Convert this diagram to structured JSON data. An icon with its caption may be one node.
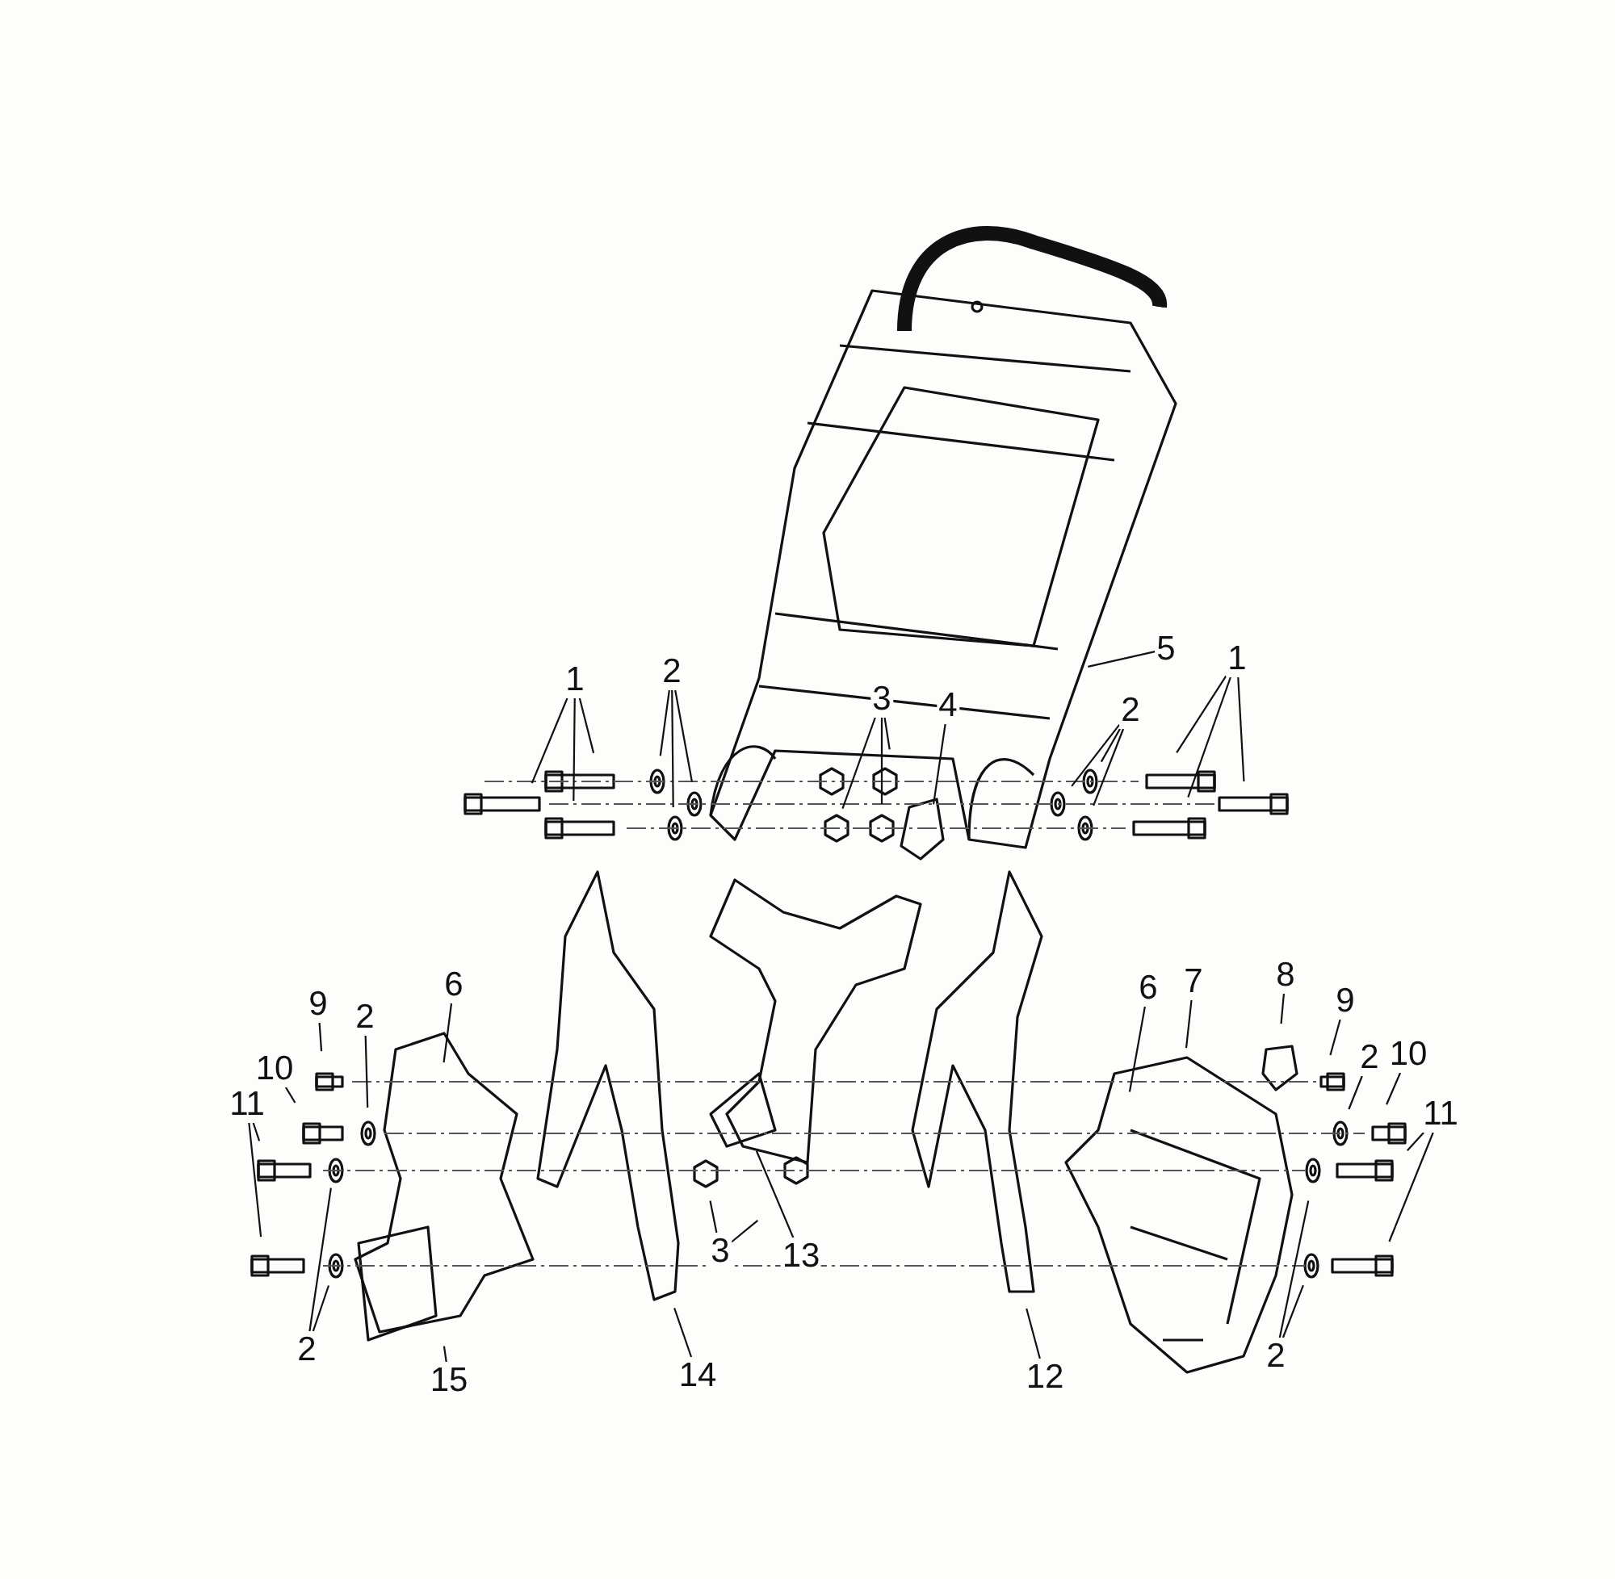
{
  "diagram": {
    "nodes": [
      {
        "text": [
          "1"
        ]
      },
      {
        "text": [
          "2"
        ]
      },
      {
        "text": [
          "3"
        ]
      },
      {
        "text": [
          "4"
        ]
      },
      {
        "text": [
          "5"
        ]
      },
      {
        "text": [
          "2"
        ]
      },
      {
        "text": [
          "1"
        ]
      },
      {
        "text": [
          "9"
        ]
      },
      {
        "text": [
          "2"
        ]
      },
      {
        "text": [
          "6"
        ]
      },
      {
        "text": [
          "10"
        ]
      },
      {
        "text": [
          "11"
        ]
      },
      {
        "text": [
          "2"
        ]
      },
      {
        "text": [
          "15"
        ]
      },
      {
        "text": [
          "14"
        ]
      },
      {
        "text": [
          "3"
        ]
      },
      {
        "text": [
          "13"
        ]
      },
      {
        "text": [
          "12"
        ]
      },
      {
        "text": [
          "6"
        ]
      },
      {
        "text": [
          "7"
        ]
      },
      {
        "text": [
          "8"
        ]
      },
      {
        "text": [
          "9"
        ]
      },
      {
        "text": [
          "2"
        ]
      },
      {
        "text": [
          "10"
        ]
      },
      {
        "text": [
          "11"
        ]
      },
      {
        "text": [
          "2"
        ]
      }
    ],
    "edges": [
      {
        "from": 0,
        "to": null,
        "arrow": "none"
      },
      {
        "from": 0,
        "to": null,
        "arrow": "none"
      },
      {
        "from": 0,
        "to": null,
        "arrow": "none"
      },
      {
        "from": 1,
        "to": null,
        "arrow": "none"
      },
      {
        "from": 1,
        "to": null,
        "arrow": "none"
      },
      {
        "from": 1,
        "to": null,
        "arrow": "none"
      },
      {
        "from": 2,
        "to": null,
        "arrow": "none"
      },
      {
        "from": 2,
        "to": null,
        "arrow": "none"
      },
      {
        "from": 2,
        "to": null,
        "arrow": "none"
      },
      {
        "from": 3,
        "to": null,
        "arrow": "none"
      },
      {
        "from": 4,
        "to": null,
        "arrow": "none"
      },
      {
        "from": 5,
        "to": null,
        "arrow": "none"
      },
      {
        "from": 5,
        "to": null,
        "arrow": "none"
      },
      {
        "from": 5,
        "to": null,
        "arrow": "none"
      },
      {
        "from": 6,
        "to": null,
        "arrow": "none"
      },
      {
        "from": 6,
        "to": null,
        "arrow": "none"
      },
      {
        "from": 6,
        "to": null,
        "arrow": "none"
      },
      {
        "from": 7,
        "to": null,
        "arrow": "none"
      },
      {
        "from": 8,
        "to": null,
        "arrow": "none"
      },
      {
        "from": 9,
        "to": null,
        "arrow": "none"
      },
      {
        "from": 10,
        "to": null,
        "arrow": "none"
      },
      {
        "from": 11,
        "to": null,
        "arrow": "none"
      },
      {
        "from": 11,
        "to": null,
        "arrow": "none"
      },
      {
        "from": 12,
        "to": null,
        "arrow": "none"
      },
      {
        "from": 12,
        "to": null,
        "arrow": "none"
      },
      {
        "from": 13,
        "to": null,
        "arrow": "none"
      },
      {
        "from": 14,
        "to": null,
        "arrow": "none"
      },
      {
        "from": 15,
        "to": null,
        "arrow": "none"
      },
      {
        "from": 15,
        "to": null,
        "arrow": "none"
      },
      {
        "from": 16,
        "to": null,
        "arrow": "none"
      },
      {
        "from": 17,
        "to": null,
        "arrow": "none"
      },
      {
        "from": 18,
        "to": null,
        "arrow": "none"
      },
      {
        "from": 19,
        "to": null,
        "arrow": "none"
      },
      {
        "from": 20,
        "to": null,
        "arrow": "none"
      },
      {
        "from": 21,
        "to": null,
        "arrow": "none"
      },
      {
        "from": 22,
        "to": null,
        "arrow": "none"
      },
      {
        "from": 23,
        "to": null,
        "arrow": "none"
      },
      {
        "from": 24,
        "to": null,
        "arrow": "none"
      },
      {
        "from": 24,
        "to": null,
        "arrow": "none"
      },
      {
        "from": 25,
        "to": null,
        "arrow": "none"
      },
      {
        "from": 25,
        "to": null,
        "arrow": "none"
      }
    ]
  }
}
